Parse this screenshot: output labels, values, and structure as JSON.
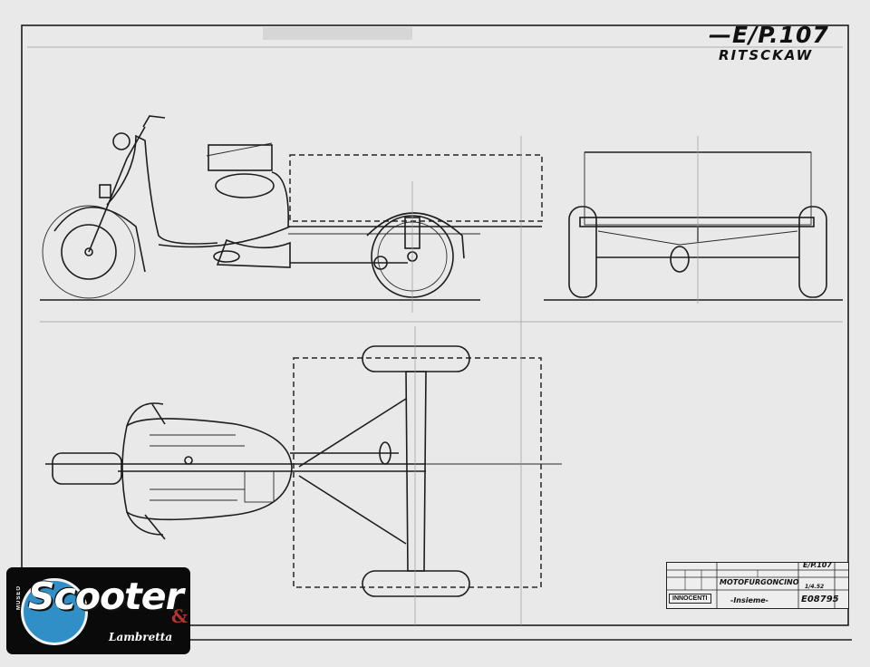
{
  "header": {
    "drawing_code": "—E/P.107",
    "signature": "RITSCKAW"
  },
  "title_block": {
    "title": "MOTOFURGONCINO",
    "subtitle": "-Insieme-",
    "manufacturer": "INNOCENTI",
    "code": "E/P.107",
    "date": "1/4.52",
    "drawing_number": "E08795"
  },
  "badge": {
    "museo": "MUSEO",
    "scooter": "Scooter",
    "amp": "&",
    "lambretta": "Lambretta",
    "accent_color": "#2f8fc6",
    "amp_color": "#b2362c"
  },
  "colors": {
    "paper": "#e9e9e9",
    "ink": "#1d1d1d"
  }
}
